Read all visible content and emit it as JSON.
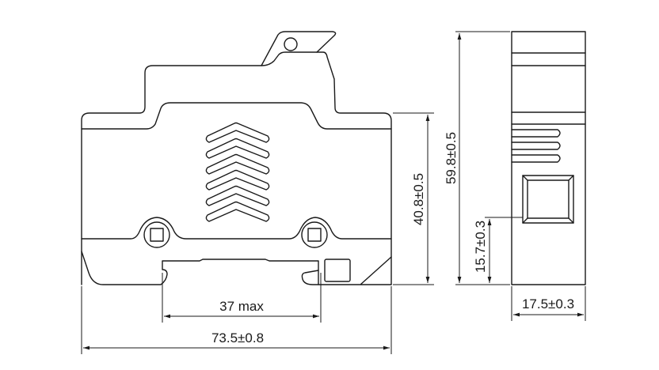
{
  "title": "Fuse holder dimension drawing",
  "dimensions": {
    "rail_width": "37 max",
    "overall_width": "73.5±0.8",
    "body_height": "40.8±0.5",
    "overall_height": "59.8±0.5",
    "square_height": "15.7±0.3",
    "depth": "17.5±0.3"
  },
  "colors": {
    "line": "#1a1a1a",
    "background": "#ffffff"
  }
}
